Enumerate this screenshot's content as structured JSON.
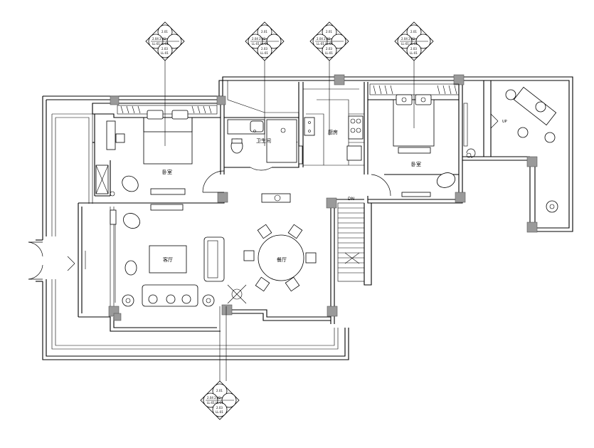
{
  "rooms": {
    "bedroom_left": "卧室",
    "bathroom": "卫生间",
    "kitchen": "厨房",
    "bedroom_right": "卧室",
    "living": "客厅",
    "dining": "餐厅"
  },
  "stair_label": "DN",
  "terrace_label": "UP",
  "tags": [
    {
      "rows": [
        "2.01",
        "2.04  2.02",
        "LL-01  LL-01",
        "2.03",
        "LL-01"
      ]
    },
    {
      "rows": [
        "2.01",
        "2.04  2.02",
        "LL-01  LL-01",
        "2.03",
        "LL-01"
      ]
    },
    {
      "rows": [
        "2.01",
        "2.04  2.02",
        "LL-01  LL-01",
        "2.03",
        "LL-01"
      ]
    },
    {
      "rows": [
        "2.01",
        "2.04  2.02",
        "LL-01  LL-01",
        "2.03",
        "LL-01"
      ]
    },
    {
      "rows": [
        "2.01",
        "2.04  2.02",
        "LL-01  LL-01",
        "2.03",
        "LL-01"
      ]
    }
  ],
  "colors": {
    "line": "#000000",
    "column": "#9a9a9a",
    "background": "#ffffff"
  }
}
